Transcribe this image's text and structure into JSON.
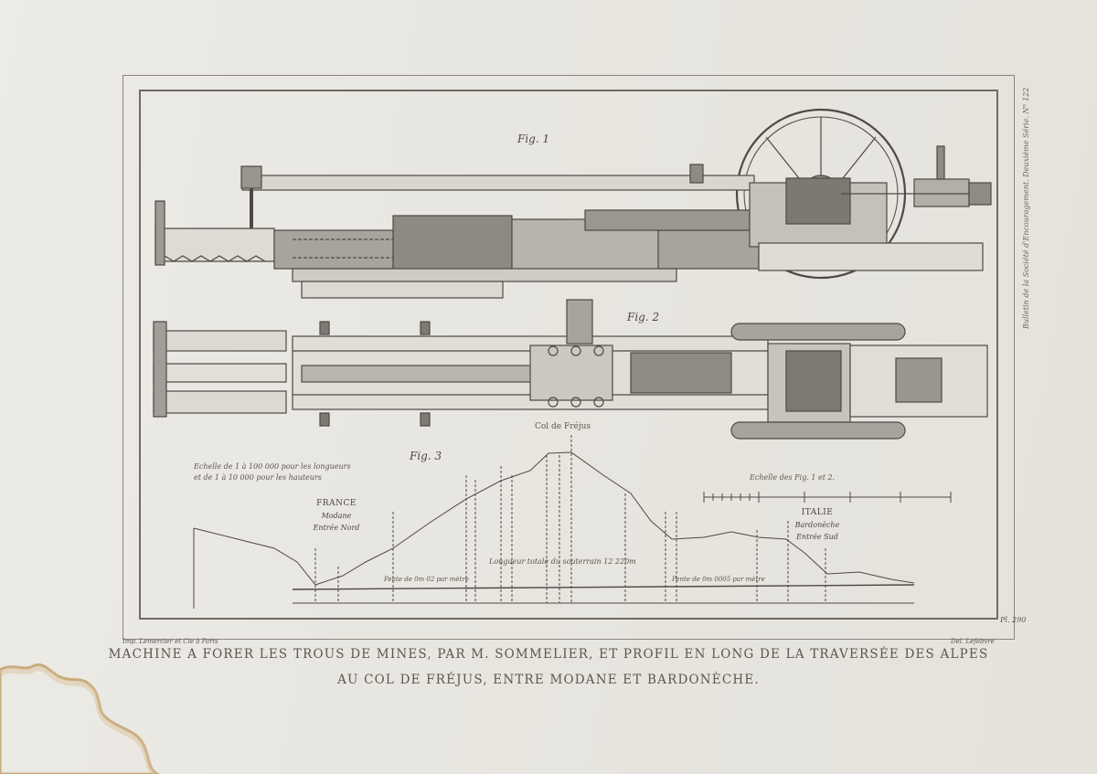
{
  "plate": {
    "fig1_label": "Fig. 1",
    "fig2_label": "Fig. 2",
    "fig3_label": "Fig. 3",
    "summit_label": "Col de Fréjus",
    "scale_note_vertical_1": "Echelle de 1 à 100 000 pour les longueurs",
    "scale_note_vertical_2": "et de 1 à 10 000 pour les hauteurs",
    "scale_note_figs": "Echelle des Fig. 1 et 2.",
    "france_label": "FRANCE",
    "france_town": "Modane",
    "france_entry": "Entrée Nord",
    "italy_label": "ITALIE",
    "italy_town": "Bardonèche",
    "italy_entry": "Entrée Sud",
    "tunnel_length_note": "Longueur totale du souterrain 12 220m",
    "slope_left": "Pente de 0m 02 par mètre",
    "slope_right": "Pente de 0m 0005 par mètre",
    "engraver_left": "Imp. Lemercier et Cie à Paris",
    "engraver_right": "Del. Lefebvre",
    "plate_number": "Pl. 290",
    "side_note": "Bulletin de la Société d'Encouragement. Deuxième Série. N° 122"
  },
  "caption": {
    "line1": "MACHINE A FORER LES TROUS DE MINES, PAR M. SOMMELIER, ET PROFIL EN LONG DE LA TRAVERSÉE DES ALPES",
    "line2": "AU COL DE FRÉJUS, ENTRE MODANE ET BARDONÈCHE."
  },
  "colors": {
    "paper": "#e9e6e0",
    "ink": "#4a4642",
    "stain": "#c8a878"
  }
}
